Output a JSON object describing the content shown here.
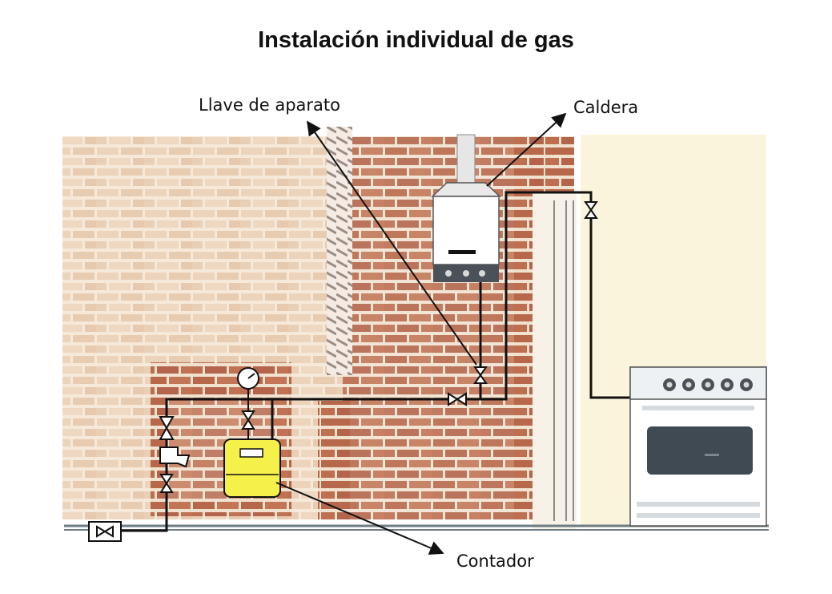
{
  "diagram": {
    "title": "Instalación individual de gas",
    "labels": {
      "llave": "Llave de aparato",
      "caldera": "Caldera",
      "contador": "Contador"
    },
    "colors": {
      "brick": "#b5664a",
      "brick_light": "#efd9c4",
      "mortar": "#f3e6d6",
      "wall_light": "#fbf4dd",
      "pipe": "#111111",
      "meter": "#f5f04a",
      "boiler_body": "#ffffff",
      "oven_window": "#3f4a52"
    },
    "icons": [
      "valve-icon",
      "pressure-gauge-icon",
      "gas-meter-icon",
      "boiler-icon",
      "stove-icon",
      "pressure-regulator-icon"
    ]
  }
}
